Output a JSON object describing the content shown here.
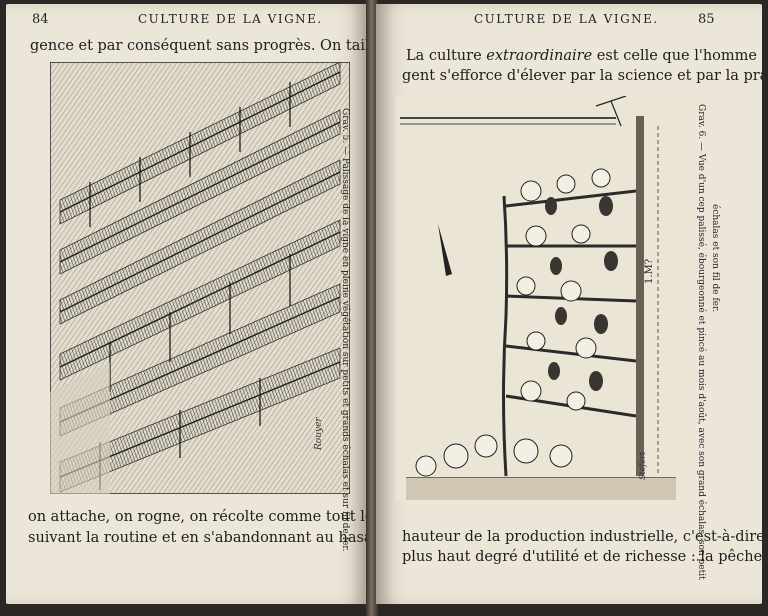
{
  "left_page": {
    "page_number": "84",
    "running_head": "CULTURE DE LA VIGNE.",
    "text_top": "gence et par conséquent sans progrès. On taille, on laboure,",
    "text_bottom": [
      "on attache, on rogne, on récolte comme tout le monde,",
      "suivant la routine et en s'abandonnant au hasard."
    ],
    "figure": {
      "caption": "Grav. 5. — Palissage de la vigne en pleine végétation sur petits et grands échalas et sur fil de fer.",
      "signature": "Rouyer"
    }
  },
  "right_page": {
    "page_number": "85",
    "running_head": "CULTURE DE LA VIGNE.",
    "text_top": [
      {
        "before": "La culture ",
        "em": "extraordinaire",
        "after": " est celle que l'homme intelli-"
      },
      {
        "before": "gent s'efforce d'élever par la science et par la pratique à la",
        "em": "",
        "after": ""
      }
    ],
    "text_bottom": [
      "hauteur de la production industrielle, c'est-à-dire à son",
      "plus haut degré d'utilité et de richesse : la pêche de Mon-"
    ],
    "figure": {
      "caption_line1": "Grav. 6. — Vue d'un cep palissé, ébourgeonné et pincé au mois d'août, avec son grand échalas, son petit",
      "caption_line2": "échalas et son fil de fer.",
      "measure_label": "1.M?",
      "signature": "Stefert"
    }
  }
}
